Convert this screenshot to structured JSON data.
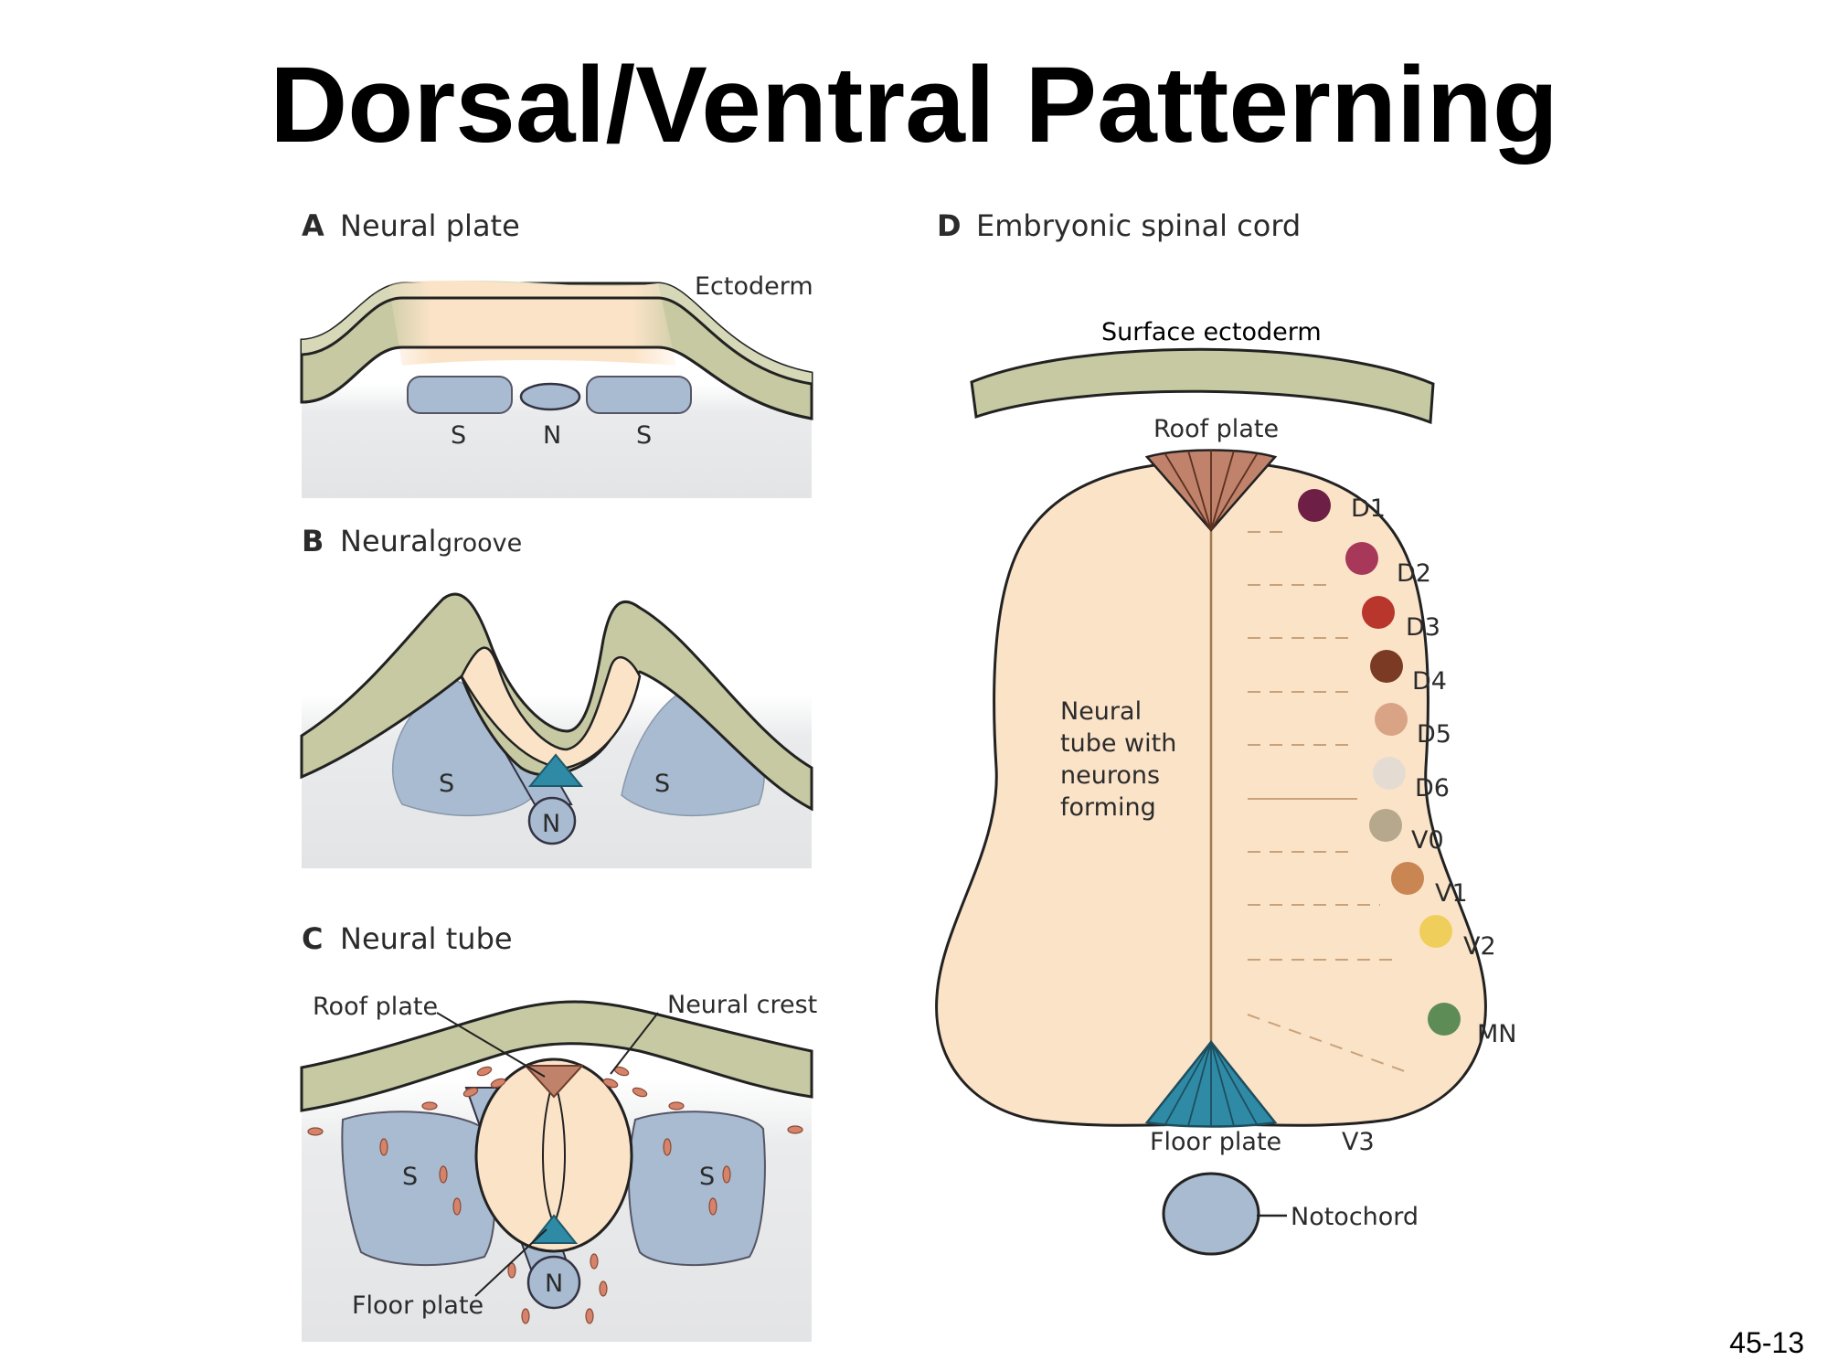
{
  "slide": {
    "title": "Dorsal/Ventral Patterning",
    "page_number": "45-13"
  },
  "panels": {
    "a": {
      "letter": "A",
      "name": "Neural plate",
      "ectoderm": "Ectoderm",
      "somite_left": "S",
      "notochord": "N",
      "somite_right": "S"
    },
    "b": {
      "letter": "B",
      "name": "Neural",
      "name_suffix": "groove",
      "somite_left": "S",
      "somite_right": "S",
      "notochord": "N"
    },
    "c": {
      "letter": "C",
      "name": "Neural tube",
      "roof_plate": "Roof plate",
      "neural_crest": "Neural crest",
      "somite_left": "S",
      "somite_right": "S",
      "notochord": "N",
      "floor_plate": "Floor plate"
    },
    "d": {
      "letter": "D",
      "name": "Embryonic spinal cord",
      "surface_ectoderm": "Surface ectoderm",
      "roof_plate": "Roof plate",
      "floor_plate": "Floor plate",
      "notochord": "Notochord",
      "neural_tube_text": [
        "Neural",
        "tube with",
        "neurons",
        "forming"
      ],
      "v3": "V3",
      "domains": [
        {
          "label": "D1",
          "color": "#6e1f45"
        },
        {
          "label": "D2",
          "color": "#a8385a"
        },
        {
          "label": "D3",
          "color": "#b8362b"
        },
        {
          "label": "D4",
          "color": "#7a3a24"
        },
        {
          "label": "D5",
          "color": "#d9a386"
        },
        {
          "label": "D6",
          "color": "#e4dcd2"
        },
        {
          "label": "V0",
          "color": "#b5a88c"
        },
        {
          "label": "V1",
          "color": "#c98653"
        },
        {
          "label": "V2",
          "color": "#f0ce5c"
        },
        {
          "label": "MN",
          "color": "#5e8c56"
        }
      ]
    }
  },
  "colors": {
    "ectoderm_green": "#c6c9a2",
    "neural_peach": "#fbe3c8",
    "somite_blue": "#a9bbd0",
    "floor_teal": "#2f8aa5",
    "roof_brown": "#c0826a"
  }
}
